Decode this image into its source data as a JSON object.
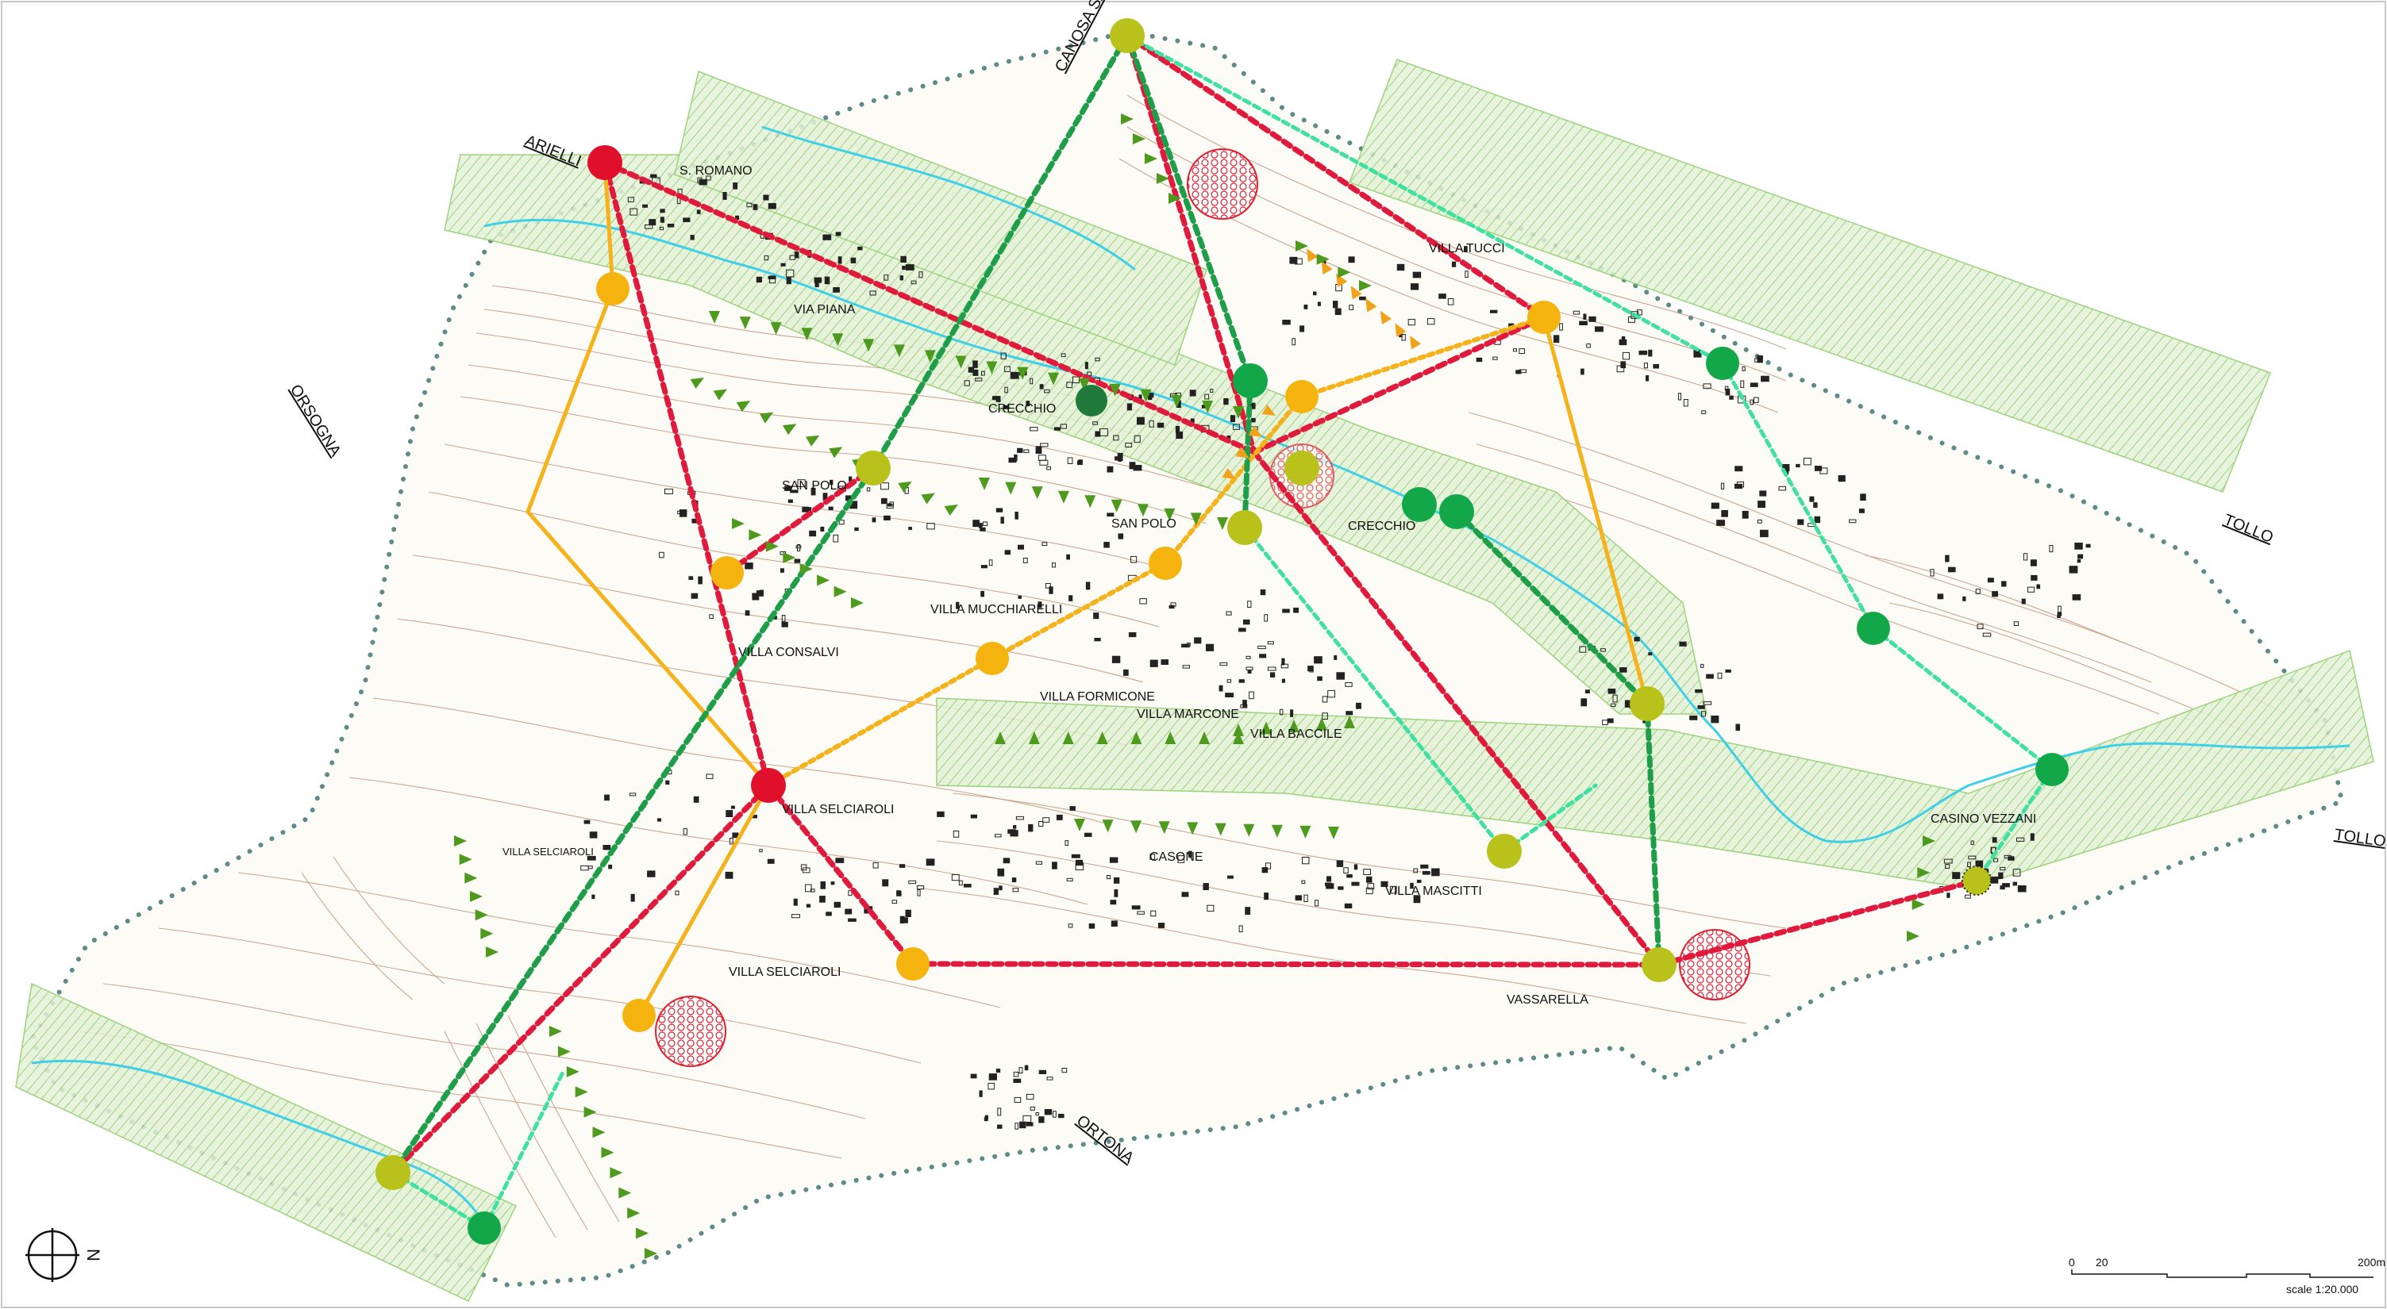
{
  "map": {
    "towns": [
      {
        "id": "arielli",
        "label": "ARIELLI"
      },
      {
        "id": "canosa",
        "label": "CANOSA SANNITA"
      },
      {
        "id": "orsogna",
        "label": "ORSOGNA"
      },
      {
        "id": "tollo-1",
        "label": "TOLLO"
      },
      {
        "id": "tollo-2",
        "label": "TOLLO"
      },
      {
        "id": "ortona",
        "label": "ORTONA"
      }
    ],
    "places": [
      {
        "id": "s-romano",
        "label": "S. ROMANO"
      },
      {
        "id": "via-piana",
        "label": "VIA PIANA"
      },
      {
        "id": "villa-tucci",
        "label": "VILLA TUCCI"
      },
      {
        "id": "crecchio-1",
        "label": "CRECCHIO"
      },
      {
        "id": "san-polo-1",
        "label": "SAN POLO"
      },
      {
        "id": "san-polo-2",
        "label": "SAN POLO"
      },
      {
        "id": "crecchio-2",
        "label": "CRECCHIO"
      },
      {
        "id": "villa-mucchiarelli",
        "label": "VILLA MUCCHIARELLI"
      },
      {
        "id": "villa-consalvi",
        "label": "VILLA CONSALVI"
      },
      {
        "id": "villa-formicone",
        "label": "VILLA FORMICONE"
      },
      {
        "id": "villa-marcone",
        "label": "VILLA MARCONE"
      },
      {
        "id": "villa-baccile",
        "label": "VILLA BACCILE"
      },
      {
        "id": "villa-selciaroli-1",
        "label": "VILLA SELCIAROLI"
      },
      {
        "id": "villa-selciaroli-2",
        "label": "VILLA SELCIAROLI"
      },
      {
        "id": "villa-selciaroli-3",
        "label": "VILLA SELCIAROLI"
      },
      {
        "id": "casone",
        "label": "CASONE"
      },
      {
        "id": "villa-mascitti",
        "label": "VILLA MASCITTI"
      },
      {
        "id": "vassarella",
        "label": "VASSARELLA"
      },
      {
        "id": "casino-vezzani",
        "label": "CASINO VEZZANI"
      }
    ],
    "north_arrow": {
      "label": "N"
    },
    "scale_bar": {
      "tick_0": "0",
      "tick_20": "20",
      "tick_200": "200m",
      "ratio": "scale 1:20.000"
    },
    "colors": {
      "contour": "#b98a6e",
      "river": "#3fd0e8",
      "corridor_fill": "#bfe0a6",
      "red_link": "#e01a3c",
      "orange_link": "#f5b21a",
      "dark_green_link": "#1f9e4a",
      "light_green_link": "#3fe0a0",
      "node_red": "#e0102c",
      "node_orange": "#f5b30e",
      "node_olive": "#b8c21a",
      "node_green": "#12a84a",
      "boundary_dot": "#5f8a8a",
      "triangle": "#4e9a1e",
      "triangle_orange": "#f2a21a",
      "hatch_red": "#e02030"
    }
  }
}
